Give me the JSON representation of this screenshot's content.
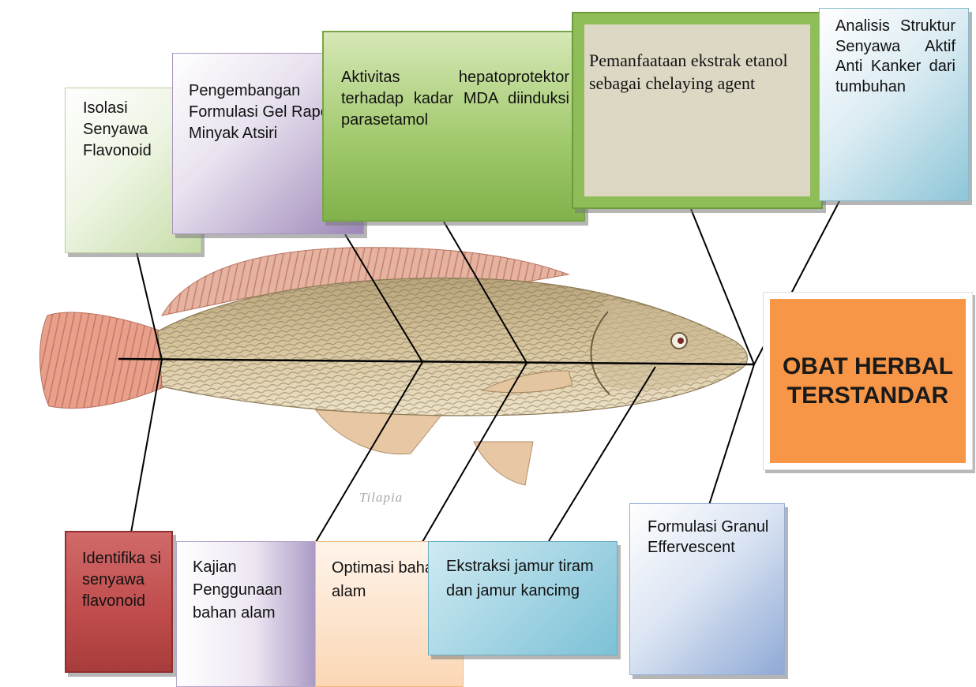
{
  "diagram": {
    "head": "OBAT HERBAL TERSTANDAR",
    "top_bones": [
      "Isolasi Senyawa Flavonoid",
      "Pengembangan Formulasi Gel Rapelan Minyak Atsiri",
      "Aktivitas hepatoprotektor terhadap kadar MDA diinduksi parasetamol",
      "Pemanfaataan ekstrak etanol sebagai chelaying agent",
      "Analisis Struktur Senyawa Aktif Anti Kanker dari tumbuhan"
    ],
    "bottom_bones": [
      "Identifika si senyawa flavonoid",
      "Kajian Penggunaan bahan alam",
      "Optimasi bahan alam",
      "Ekstraksi jamur tiram dan jamur kancimg",
      "Formulasi Granul Effervescent"
    ],
    "fish_caption": "Tilapia"
  },
  "colors": {
    "head_fill": "#f79646",
    "spine": "#000000",
    "fish_body": "#c9b489",
    "fish_fin": "#d98a6a"
  }
}
